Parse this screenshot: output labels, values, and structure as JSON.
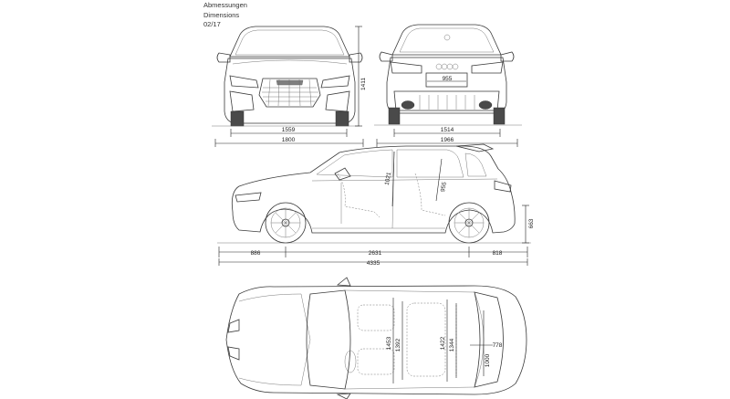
{
  "header": {
    "title_de": "Abmessungen",
    "title_en": "Dimensions",
    "date": "02/17"
  },
  "dimensions": {
    "front_height": "1411",
    "front_track": "1559",
    "front_width": "1800",
    "rear_track": "1514",
    "rear_width": "1966",
    "rear_badge": "955",
    "side_front_overhang": "886",
    "side_wheelbase": "2631",
    "side_rear_overhang": "818",
    "side_length": "4335",
    "side_cargo_height": "663",
    "side_front_headroom": "1021",
    "side_rear_headroom": "955",
    "top_front_shoulder": "1453",
    "top_front_width": "1392",
    "top_rear_shoulder": "1422",
    "top_rear_width": "1344",
    "top_cargo_length": "778",
    "top_cargo_width": "1000"
  }
}
